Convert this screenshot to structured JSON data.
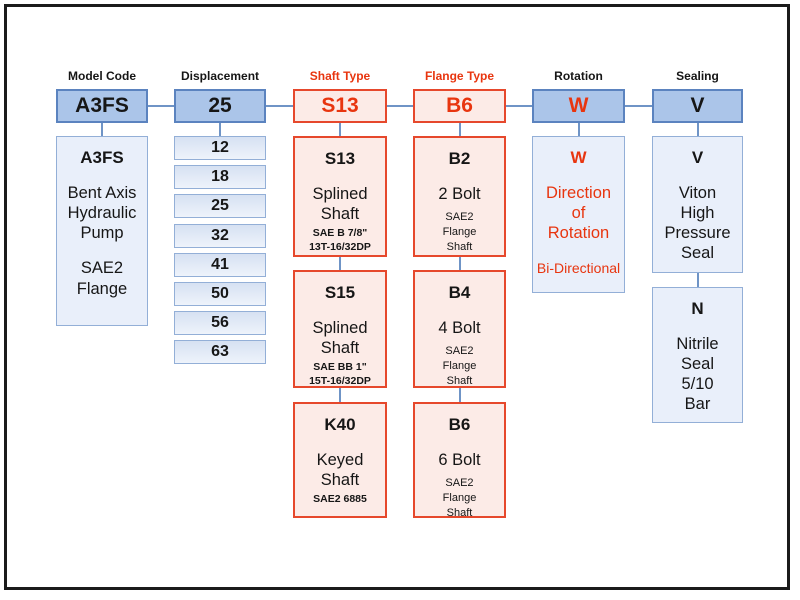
{
  "colors": {
    "blue_border": "#5b83bf",
    "blue_fill": "#abc5e9",
    "light_fill": "#e9effa",
    "light_border": "#93afd7",
    "pink_fill": "#fcebe7",
    "red_border": "#e6482c",
    "red_text": "#e8350f",
    "ink": "#161616",
    "line": "#6f94c6",
    "frame": "#1b1b1b"
  },
  "columns": [
    {
      "id": "model-code",
      "label": "Model Code",
      "label_red": false,
      "header": {
        "code": "A3FS",
        "red": false
      },
      "boxes": [
        {
          "blocks": [
            {
              "style": "code",
              "lines": [
                "A3FS"
              ]
            },
            {
              "style": "body",
              "lines": [
                "Bent Axis",
                "Hydraulic",
                "Pump"
              ]
            },
            {
              "style": "body",
              "lines": [
                "SAE2",
                "Flange"
              ]
            }
          ]
        }
      ]
    },
    {
      "id": "displacement",
      "label": "Displacement",
      "label_red": false,
      "header": {
        "code": "25",
        "red": false
      },
      "boxes": [
        {
          "blocks": [
            {
              "style": "num",
              "lines": [
                "12"
              ]
            }
          ]
        },
        {
          "blocks": [
            {
              "style": "num",
              "lines": [
                "18"
              ]
            }
          ]
        },
        {
          "blocks": [
            {
              "style": "num",
              "lines": [
                "25"
              ]
            }
          ]
        },
        {
          "blocks": [
            {
              "style": "num",
              "lines": [
                "32"
              ]
            }
          ]
        },
        {
          "blocks": [
            {
              "style": "num",
              "lines": [
                "41"
              ]
            }
          ]
        },
        {
          "blocks": [
            {
              "style": "num",
              "lines": [
                "50"
              ]
            }
          ]
        },
        {
          "blocks": [
            {
              "style": "num",
              "lines": [
                "56"
              ]
            }
          ]
        },
        {
          "blocks": [
            {
              "style": "num",
              "lines": [
                "63"
              ]
            }
          ]
        }
      ]
    },
    {
      "id": "shaft-type",
      "label": "Shaft Type",
      "label_red": true,
      "header": {
        "code": "S13",
        "red": true
      },
      "boxes": [
        {
          "blocks": [
            {
              "style": "code",
              "lines": [
                "S13"
              ]
            },
            {
              "style": "body",
              "lines": [
                "Splined",
                "Shaft"
              ]
            },
            {
              "style": "smallBold",
              "lines": [
                "SAE B 7/8\"",
                "13T-16/32DP"
              ]
            }
          ]
        },
        {
          "blocks": [
            {
              "style": "code",
              "lines": [
                "S15"
              ]
            },
            {
              "style": "body",
              "lines": [
                "Splined",
                "Shaft"
              ]
            },
            {
              "style": "smallBold",
              "lines": [
                "SAE BB 1\"",
                "15T-16/32DP"
              ]
            }
          ]
        },
        {
          "blocks": [
            {
              "style": "code",
              "lines": [
                "K40"
              ]
            },
            {
              "style": "body",
              "lines": [
                "Keyed",
                "Shaft"
              ]
            },
            {
              "style": "smallBold",
              "lines": [
                "SAE2 6885"
              ]
            }
          ]
        }
      ]
    },
    {
      "id": "flange-type",
      "label": "Flange Type",
      "label_red": true,
      "header": {
        "code": "B6",
        "red": true
      },
      "boxes": [
        {
          "blocks": [
            {
              "style": "code",
              "lines": [
                "B2"
              ]
            },
            {
              "style": "body",
              "lines": [
                "2 Bolt"
              ]
            },
            {
              "style": "small",
              "lines": [
                "SAE2",
                "Flange",
                "Shaft"
              ]
            }
          ]
        },
        {
          "blocks": [
            {
              "style": "code",
              "lines": [
                "B4"
              ]
            },
            {
              "style": "body",
              "lines": [
                "4 Bolt"
              ]
            },
            {
              "style": "small",
              "lines": [
                "SAE2",
                "Flange",
                "Shaft"
              ]
            }
          ]
        },
        {
          "blocks": [
            {
              "style": "code",
              "lines": [
                "B6"
              ]
            },
            {
              "style": "body",
              "lines": [
                "6 Bolt"
              ]
            },
            {
              "style": "small",
              "lines": [
                "SAE2",
                "Flange",
                "Shaft"
              ]
            }
          ]
        }
      ]
    },
    {
      "id": "rotation",
      "label": "Rotation",
      "label_red": false,
      "header": {
        "code": "W",
        "red": true
      },
      "boxes": [
        {
          "red": true,
          "blocks": [
            {
              "style": "code",
              "lines": [
                "W"
              ]
            },
            {
              "style": "body",
              "lines": [
                "Direction",
                "of",
                "Rotation"
              ]
            },
            {
              "style": "mid",
              "lines": [
                "Bi-Directional"
              ]
            }
          ]
        }
      ]
    },
    {
      "id": "sealing",
      "label": "Sealing",
      "label_red": false,
      "header": {
        "code": "V",
        "red": false
      },
      "boxes": [
        {
          "blocks": [
            {
              "style": "code",
              "lines": [
                "V"
              ]
            },
            {
              "style": "body",
              "lines": [
                "Viton",
                "High",
                "Pressure",
                "Seal"
              ]
            }
          ]
        },
        {
          "blocks": [
            {
              "style": "code",
              "lines": [
                "N"
              ]
            },
            {
              "style": "body",
              "lines": [
                "Nitrile",
                "Seal",
                "5/10",
                "Bar"
              ]
            }
          ]
        }
      ]
    }
  ]
}
